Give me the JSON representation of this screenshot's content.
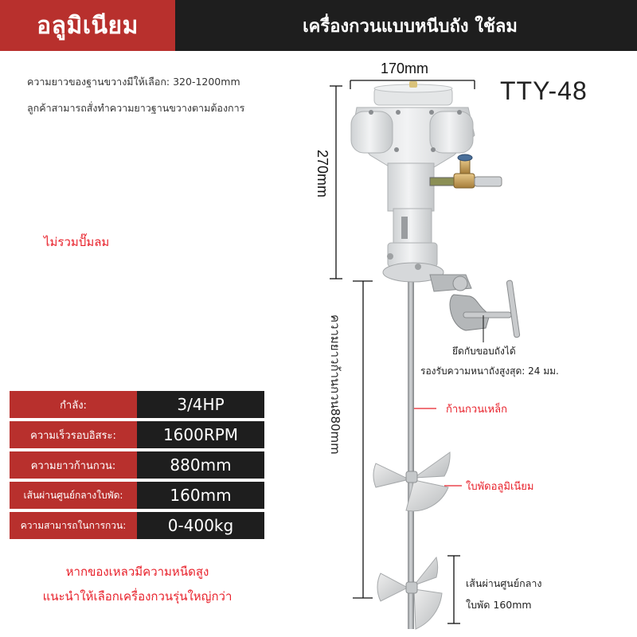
{
  "header": {
    "material": "อลูมิเนียม",
    "product_title": "เครื่องกวนแบบหนีบถัง ใช้ลม"
  },
  "notes": {
    "base_length_options": "ความยาวของฐานขวางมีให้เลือก: 320-1200mm",
    "custom_order": "ลูกค้าสามารถสั่งทำความยาวฐานขวางตามต้องการ"
  },
  "pump_notice": "ไม่รวมปั๊มลม",
  "model": "TTY-48",
  "dimensions": {
    "width": "170mm",
    "height": "270mm",
    "shaft_length": "ความยาวก้านกวน880mm"
  },
  "callouts": {
    "clamp_line1": "ยึดกับขอบถังได้",
    "clamp_line2": "รองรับความหนาถังสูงสุด: 24 มม.",
    "shaft": "ก้านกวนเหล็ก",
    "impeller": "ใบพัดอลูมิเนียม",
    "diameter_line1": "เส้นผ่านศูนย์กลาง",
    "diameter_line2": "ใบพัด 160mm"
  },
  "specs": [
    {
      "label": "กำลัง:",
      "value": "3/4HP"
    },
    {
      "label": "ความเร็วรอบอิสระ:",
      "value": "1600RPM"
    },
    {
      "label": "ความยาวก้านกวน:",
      "value": "880mm"
    },
    {
      "label": "เส้นผ่านศูนย์กลางใบพัด:",
      "value": "160mm"
    },
    {
      "label": "ความสามารถในการกวน:",
      "value": "0-400kg"
    }
  ],
  "warning": {
    "line1": "หากของเหลวมีความหนืดสูง",
    "line2": "แนะนำให้เลือกเครื่องกวนรุ่นใหญ่กว่า"
  },
  "colors": {
    "brand_red": "#b8302d",
    "dark": "#1e1e1e",
    "accent_red_text": "#e8202a"
  }
}
